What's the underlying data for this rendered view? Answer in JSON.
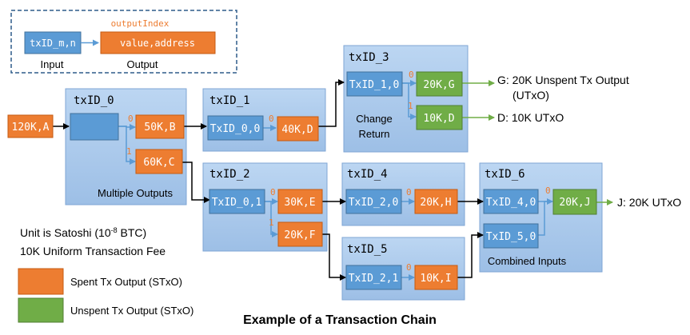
{
  "legend_box": {
    "output_index_label": "outputIndex",
    "input_box": "txID_m,n",
    "output_box": "value,address",
    "input_caption": "Input",
    "output_caption": "Output"
  },
  "source": "120K,A",
  "tx0": {
    "title": "txID_0",
    "out0_index": "0",
    "out0": "50K,B",
    "out1_index": "1",
    "out1": "60K,C",
    "caption": "Multiple Outputs"
  },
  "tx1": {
    "title": "txID_1",
    "input": "TxID_0,0",
    "out0_index": "0",
    "out0": "40K,D"
  },
  "tx3": {
    "title": "txID_3",
    "input": "TxID_1,0",
    "out0_index": "0",
    "out0": "20K,G",
    "out1_index": "1",
    "out1": "10K,D",
    "caption_line1": "Change",
    "caption_line2": "Return"
  },
  "tx2": {
    "title": "txID_2",
    "input": "TxID_0,1",
    "out0_index": "0",
    "out0": "30K,E",
    "out1_index": "1",
    "out1": "20K,F"
  },
  "tx4": {
    "title": "txID_4",
    "input": "TxID_2,0",
    "out0_index": "0",
    "out0": "20K,H"
  },
  "tx5": {
    "title": "txID_5",
    "input": "TxID_2,1",
    "out0_index": "0",
    "out0": "10K,I"
  },
  "tx6": {
    "title": "txID_6",
    "input0": "TxID_4,0",
    "input1": "TxID_5,0",
    "out0_index": "0",
    "out0": "20K,J",
    "caption": "Combined Inputs"
  },
  "outputs": {
    "g_line1": "G: 20K Unspent Tx Output",
    "g_line2": "(UTxO)",
    "d": "D: 10K UTxO",
    "j": "J: 20K UTxO"
  },
  "notes": {
    "unit_prefix": "Unit is Satoshi (10",
    "unit_exp": "-8",
    "unit_suffix": " BTC)",
    "fee": "10K Uniform Transaction Fee"
  },
  "key": {
    "spent": "Spent Tx Output (STxO)",
    "unspent": "Unspent Tx Output (STxO)"
  },
  "footer_title": "Example of a Transaction Chain",
  "colors": {
    "orange": "#ED7D31",
    "green": "#70AD47",
    "blue_box": "#5B9BD5",
    "tx_panel": "#A9C8EC",
    "tx_panel_border": "#7FA6D4",
    "dashed_border": "#2E5C8A",
    "line": "#000000"
  }
}
